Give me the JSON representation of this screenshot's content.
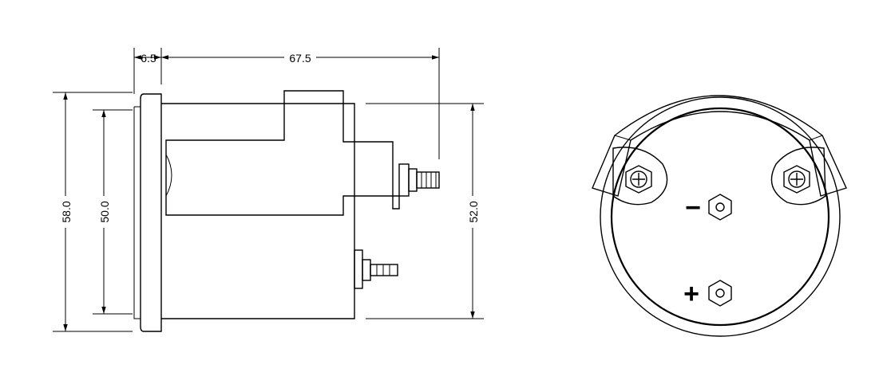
{
  "dimensions": {
    "flange_thickness": "6.5",
    "body_length": "67.5",
    "flange_diameter": "58.0",
    "bezel_diameter": "50.0",
    "body_diameter": "52.0"
  },
  "terminals": {
    "negative_symbol": "−",
    "positive_symbol": "+"
  }
}
